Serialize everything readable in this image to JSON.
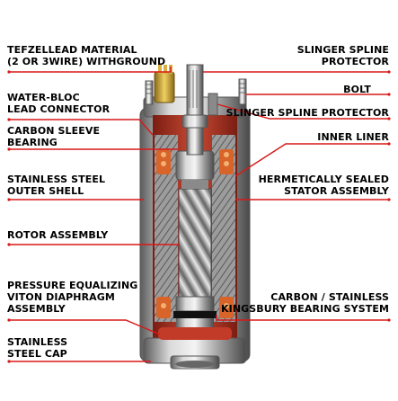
{
  "labels": {
    "tefzel_lead": [
      "TEFZELLEAD MATERIAL",
      "(2 OR 3WIRE) WITHGROUND"
    ],
    "water_bloc": [
      "WATER-BLOC",
      "LEAD CONNECTOR"
    ],
    "carbon_sleeve": [
      "CARBON SLEEVE",
      "BEARING"
    ],
    "stainless_shell": [
      "STAINLESS STEEL",
      "OUTER SHELL"
    ],
    "rotor": [
      "ROTOR ASSEMBLY"
    ],
    "diaphragm": [
      "PRESSURE EQUALIZING",
      "VITON DIAPHRAGM",
      "ASSEMBLY"
    ],
    "stainless_cap": [
      "STAINLESS",
      "STEEL CAP"
    ],
    "slinger_protector": [
      "SLINGER SPLINE",
      "PROTECTOR"
    ],
    "bolt": [
      "BOLT"
    ],
    "slinger_protector_2": [
      "SLINGER SPLINE PROTECTOR"
    ],
    "inner_liner": [
      "INNER LINER"
    ],
    "stator": [
      "HERMETICALLY SEALED",
      "STATOR ASSEMBLY"
    ],
    "kingsbury": [
      "CARBON / STAINLESS",
      "KINGSBURY BEARING SYSTEM"
    ]
  },
  "colors": {
    "leader": "#d81818",
    "text": "#000000",
    "steel_dark": "#6e6e6e",
    "steel_light": "#e6e6e6",
    "cutaway_red": "#b83a2a",
    "copper": "#d8642a"
  }
}
